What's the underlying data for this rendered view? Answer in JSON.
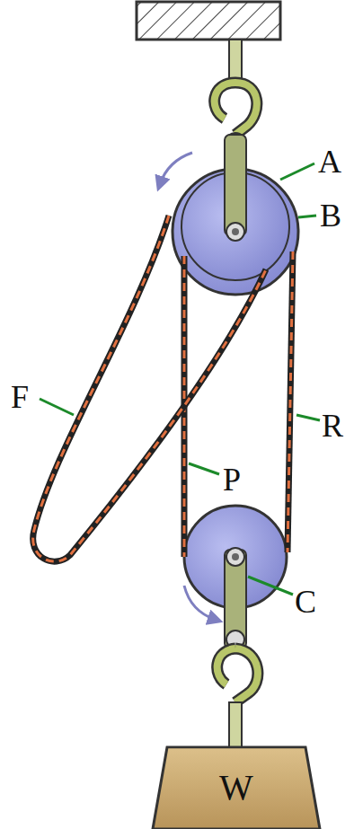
{
  "diagram": {
    "nodes": [
      {
        "text": [
          "W"
        ]
      }
    ],
    "labels": [
      "A",
      "B",
      "F",
      "R",
      "P",
      "C"
    ]
  }
}
